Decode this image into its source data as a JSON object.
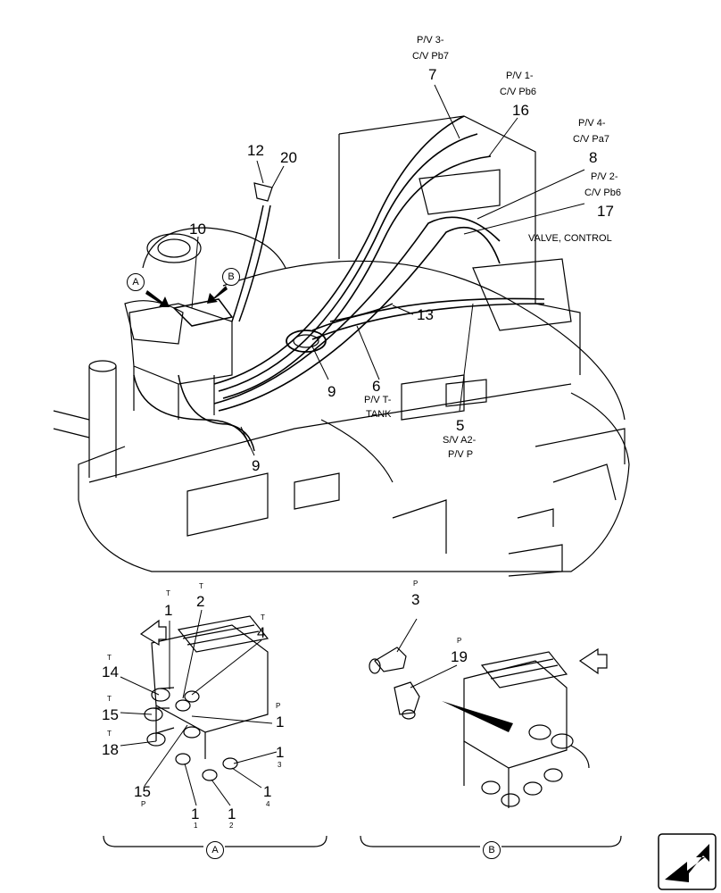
{
  "top_labels": {
    "pv3": "P/V 3-",
    "cv_pb7": "C/V Pb7",
    "n7": "7",
    "pv1": "P/V 1-",
    "cv_pb6_a": "C/V Pb6",
    "n16": "16",
    "pv4": "P/V 4-",
    "cv_pa7": "C/V Pa7",
    "n8": "8",
    "pv2": "P/V 2-",
    "cv_pb6_b": "C/V Pb6",
    "n17": "17",
    "valve_control": "VALVE, CONTROL",
    "n12": "12",
    "n20": "20",
    "n10": "10",
    "circle_a": "A",
    "circle_b": "B",
    "n13": "13",
    "n6": "6",
    "pvt": "P/V T-",
    "tank": "TANK",
    "n9a": "9",
    "n9b": "9",
    "n5": "5",
    "sv_a2": "S/V A2-",
    "pv_p": "P/V P"
  },
  "detail_a": {
    "t1": "T",
    "n1_top": "1",
    "t2": "T",
    "n2": "2",
    "t4": "T",
    "n4": "4",
    "t14": "T",
    "n14": "14",
    "t15": "T",
    "n15_left": "15",
    "p_right": "P",
    "n1_right": "1",
    "t18": "T",
    "n18": "18",
    "n1_3": "1",
    "sub3": "3",
    "n15_bottom": "15",
    "p15": "P",
    "n1_1": "1",
    "sub1": "1",
    "n1_2": "1",
    "sub2": "2",
    "n1_4": "1",
    "sub4": "4",
    "view": "A"
  },
  "detail_b": {
    "p3": "P",
    "n3": "3",
    "p19": "P",
    "n19": "19",
    "view": "B"
  },
  "icons": [
    "navigation-arrow-icon",
    "direction-arrow-icon"
  ]
}
